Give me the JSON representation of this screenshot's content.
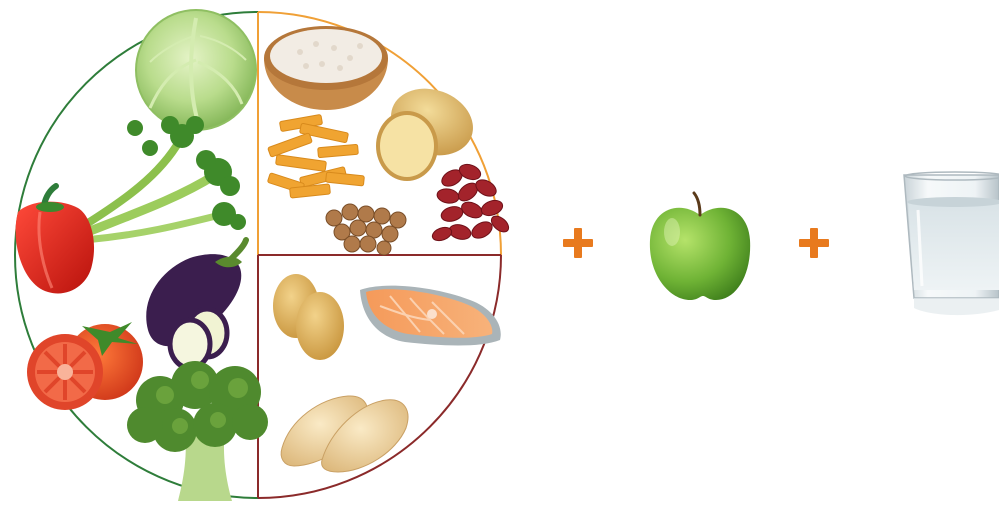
{
  "scene": {
    "plate": {
      "sections": [
        {
          "name": "vegetables",
          "color": "#2e7d3a",
          "items": [
            "cabbage",
            "celery",
            "red-pepper",
            "eggplant",
            "tomato",
            "broccoli"
          ]
        },
        {
          "name": "grains-and-starches",
          "color": "#f0a036",
          "items": [
            "rice-bowl",
            "penne-pasta",
            "potato",
            "chickpeas",
            "kidney-beans"
          ]
        },
        {
          "name": "proteins",
          "color": "#8b2a2a",
          "items": [
            "eggs",
            "salmon-steak",
            "chicken-breast"
          ]
        }
      ]
    },
    "extras": [
      {
        "name": "apple",
        "color": "#6fb335"
      },
      {
        "name": "glass-of-water",
        "color": "#cfd8dc"
      }
    ],
    "plus_color": "#e87a1e"
  }
}
